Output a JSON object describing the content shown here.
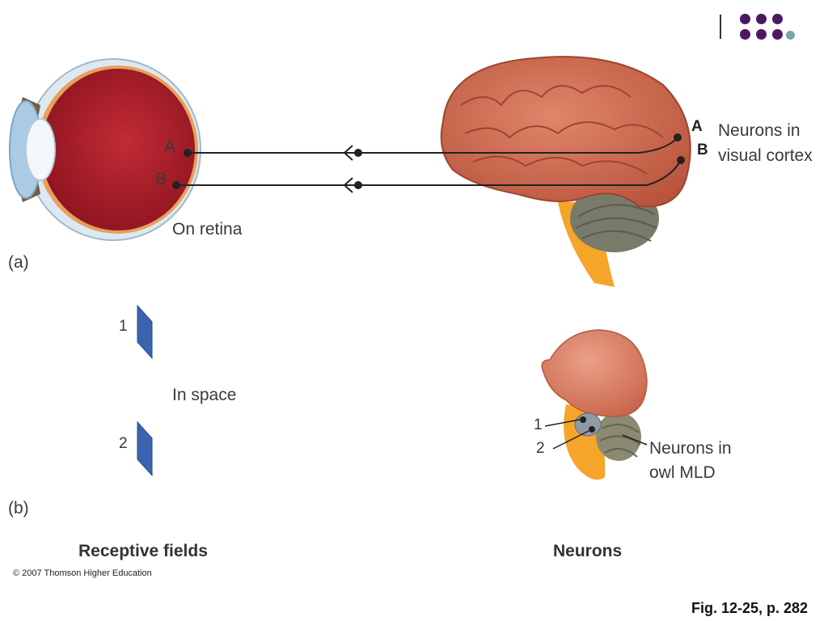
{
  "eye": {
    "point_a": "A",
    "point_b": "B",
    "caption": "On retina"
  },
  "brain": {
    "point_a": "A",
    "point_b": "B",
    "caption_line1": "Neurons in",
    "caption_line2": "visual cortex"
  },
  "panel_a": "(a)",
  "panel_b": "(b)",
  "fields": {
    "field_1": "1",
    "field_2": "2",
    "caption": "In space"
  },
  "owl": {
    "point_1": "1",
    "point_2": "2",
    "caption_line1": "Neurons in",
    "caption_line2": "owl MLD"
  },
  "headings": {
    "left": "Receptive fields",
    "right": "Neurons"
  },
  "copyright": "© 2007 Thomson Higher Education",
  "figure_ref": "Fig. 12-25, p. 282",
  "colors": {
    "deco_dot": "#4b1a5e",
    "deco_dot_accent": "#7aa5a5",
    "field_blue": "#3b64b0"
  }
}
